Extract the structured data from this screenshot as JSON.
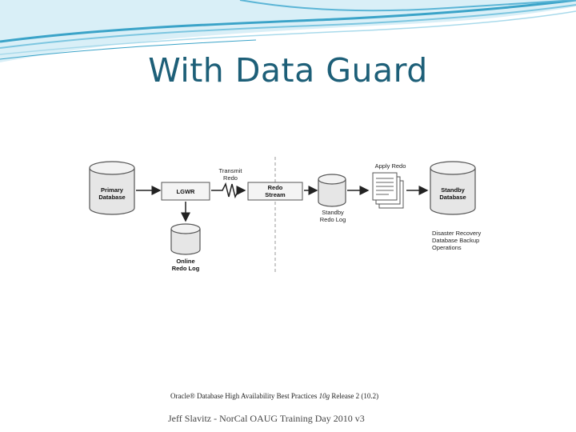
{
  "slide": {
    "title": "With Data Guard",
    "caption_prefix": "Oracle® Database High Availability Best Practices ",
    "caption_italic": "10g",
    "caption_suffix": " Release 2 (10.2)",
    "footer": "Jeff Slavitz - NorCal OAUG Training Day 2010 v3"
  },
  "diagram": {
    "primary_db_line1": "Primary",
    "primary_db_line2": "Database",
    "lgwr": "LGWR",
    "transmit_line1": "Transmit",
    "transmit_line2": "Redo",
    "redo_stream_line1": "Redo",
    "redo_stream_line2": "Stream",
    "standby_log_line1": "Standby",
    "standby_log_line2": "Redo Log",
    "apply_redo": "Apply Redo",
    "standby_db_line1": "Standby",
    "standby_db_line2": "Database",
    "online_log_line1": "Online",
    "online_log_line2": "Redo Log",
    "dr_line1": "Disaster Recovery",
    "dr_line2": "Database Backup",
    "dr_line3": "Operations"
  },
  "colors": {
    "title": "#1d5f78",
    "wave_dark": "#3aa3c8",
    "wave_light": "#bfe4f1",
    "cylinder_fill": "#e6e6e6",
    "cylinder_stroke": "#555555"
  }
}
